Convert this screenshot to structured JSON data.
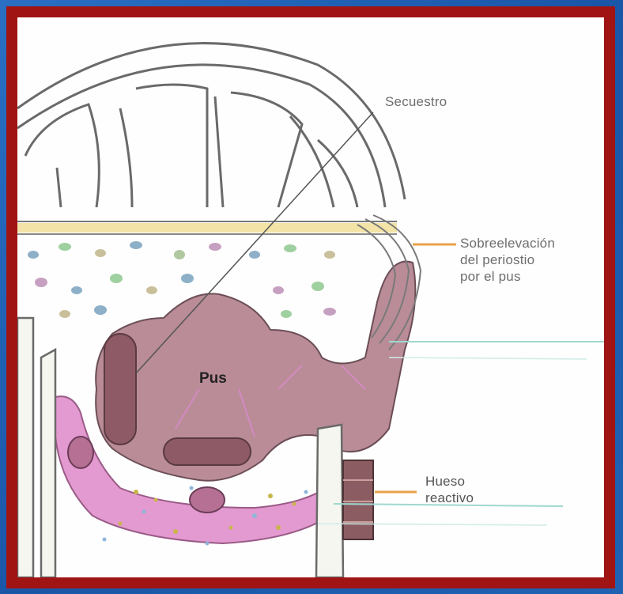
{
  "diagram": {
    "labels": {
      "secuestro": "Secuestro",
      "periostio_line1": "Sobreelevación",
      "periostio_line2": "del periostio",
      "periostio_line3": "por el pus",
      "pus": "Pus",
      "hueso_line1": "Hueso",
      "hueso_line2": "reactivo"
    },
    "colors": {
      "frame": "#a01414",
      "background": "#1e5fb0",
      "pus": "#b98c98",
      "pink_tissue": "#e39ad0",
      "sequestrum": "#8e5a66",
      "leader_orange": "#e8a24a",
      "leader_teal": "#9fd8d0"
    }
  }
}
